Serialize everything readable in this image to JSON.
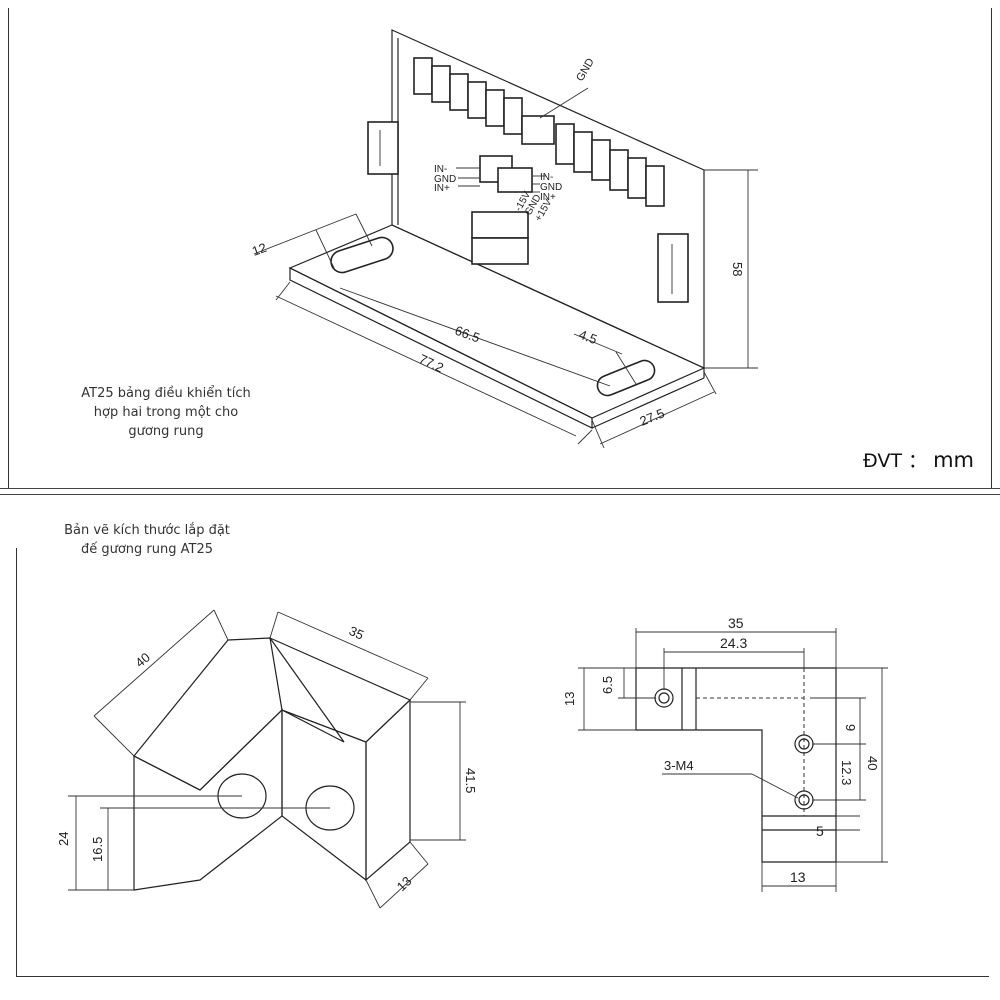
{
  "captions": {
    "top": "AT25 bảng điều khiển tích hợp hai trong một cho gương rung",
    "bottom": "Bản vẽ kích thước lắp đặt đế gương rung AT25"
  },
  "unit": {
    "label": "ĐVT ：",
    "value": "mm"
  },
  "board": {
    "pin_labels": {
      "gnd_top": "GND",
      "in_minus_left": "IN-",
      "gnd_left": "GND",
      "in_plus_left": "IN+",
      "in_minus_right": "IN-",
      "gnd_right": "GND",
      "in_plus_right": "IN+",
      "neg15v": "-15V",
      "gnd_power": "GND",
      "pos15v": "+15V"
    },
    "dimensions": {
      "slot_width": "12",
      "slot_spacing": "66.5",
      "slot_end": "4.5",
      "length": "77.2",
      "depth": "27.5",
      "height": "58"
    }
  },
  "base_iso": {
    "dimensions": {
      "a": "40",
      "b": "35",
      "c": "41.5",
      "d": "24",
      "e": "16.5",
      "f": "13"
    }
  },
  "base_plan": {
    "dimensions": {
      "total_width": "35",
      "hole_span": "24.3",
      "left_height": "13",
      "hole_offset": "6.5",
      "right_top": "9",
      "hole_pitch": "12.3",
      "total_height": "40",
      "bottom_step": "5",
      "bottom_width": "13"
    },
    "callout": "3-M4"
  }
}
